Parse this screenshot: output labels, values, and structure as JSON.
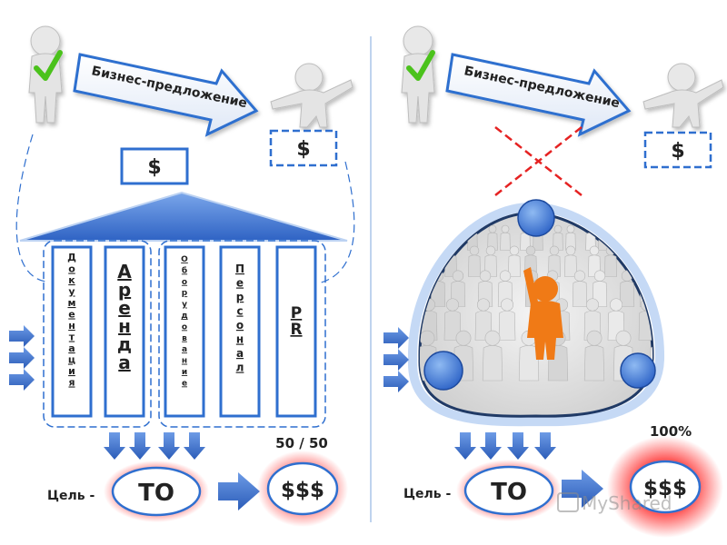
{
  "left": {
    "offer_label": "Бизнес-предложение",
    "dollar_top": "$",
    "dollar_partner": "$",
    "columns": [
      "Документация",
      "Аренда",
      "Оборудование",
      "Персонал",
      "PR"
    ],
    "ratio": "50 / 50",
    "goal_label": "Цель -",
    "goal_value": "ТО",
    "result": "$$$"
  },
  "right": {
    "offer_label": "Бизнес-предложение",
    "dollar_partner": "$",
    "percent": "100%",
    "goal_label": "Цель -",
    "goal_value": "ТО",
    "result": "$$$"
  },
  "watermark": "MyShared",
  "colors": {
    "accent_blue": "#2f6fcf",
    "light_blue": "#8fb4ea",
    "check_green": "#4cc21d",
    "highlight_red": "#e64a4a",
    "cross_red": "#e52222",
    "figure_orange": "#f07a16"
  }
}
